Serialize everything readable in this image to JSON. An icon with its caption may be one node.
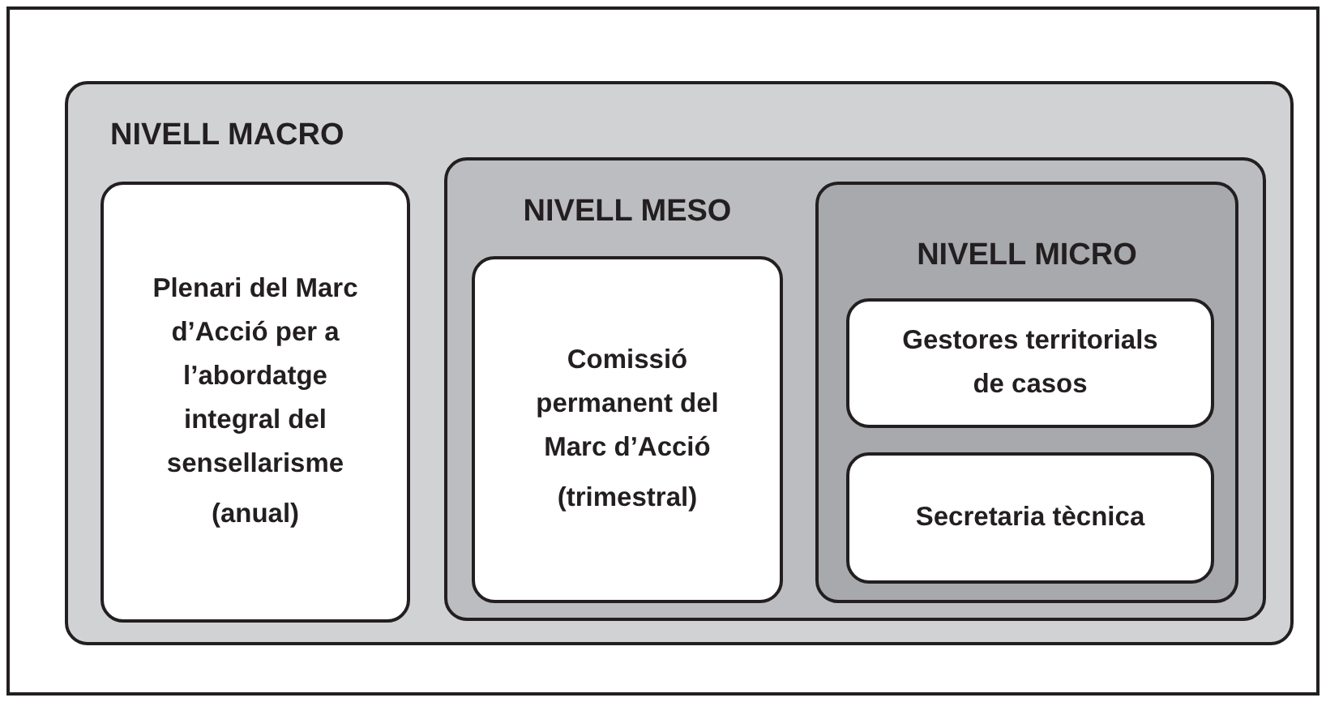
{
  "diagram": {
    "nodes": [
      {
        "text": [
          "NIVELL MACRO"
        ]
      },
      {
        "text": [
          "Plenari del Marc d’Acció per a l’abordatge integral del sensellarisme",
          "(anual)"
        ],
        "in": 0
      },
      {
        "text": [
          "NIVELL MESO"
        ],
        "in": 0
      },
      {
        "text": [
          "Comissió permanent del Marc d’Acció",
          "(trimestral)"
        ],
        "in": 2
      },
      {
        "text": [
          "NIVELL MICRO"
        ],
        "in": 2
      },
      {
        "text": [
          "Gestores territorials de casos"
        ],
        "in": 4
      },
      {
        "text": [
          "Secretaria tècnica"
        ],
        "in": 4
      }
    ]
  }
}
